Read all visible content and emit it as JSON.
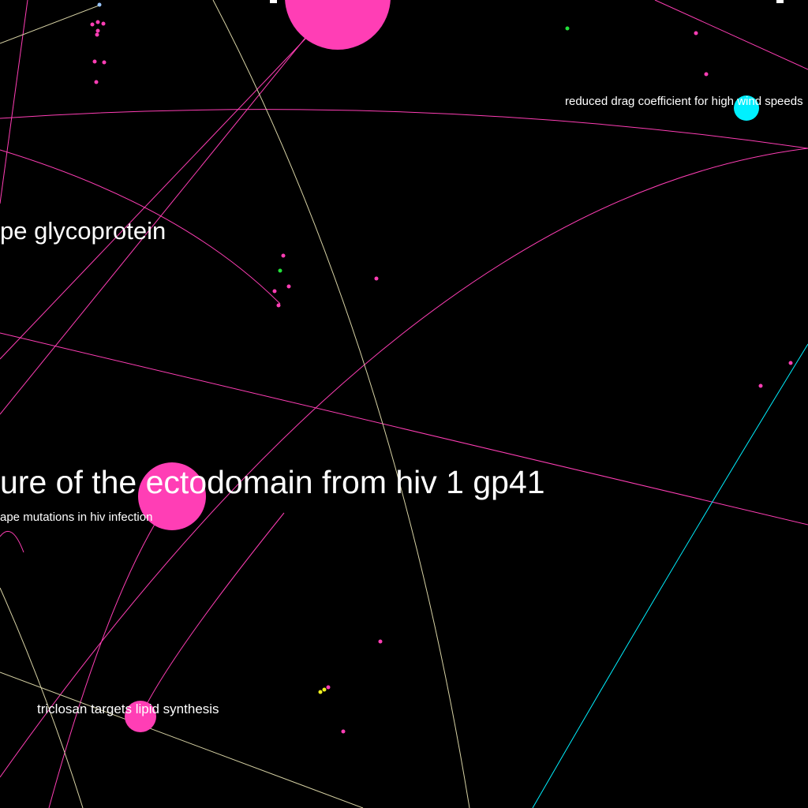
{
  "colors": {
    "background": "#000000",
    "magenta": "#ff3eb5",
    "cyan": "#00f0ff",
    "green": "#22e03a",
    "yellow": "#f0f020",
    "light_blue": "#9ac6ff",
    "beige_edge": "#d7d2a4",
    "label": "#ffffff"
  },
  "labels": {
    "ectodomain": "ure of the ectodomain from hiv 1 gp41",
    "glycoprotein": "pe glycoprotein",
    "escape_mutations": "ape mutations in hiv infection",
    "triclosan": "triclosan targets lipid synthesis",
    "drag": "reduced drag coefficient for high wind speeds"
  }
}
